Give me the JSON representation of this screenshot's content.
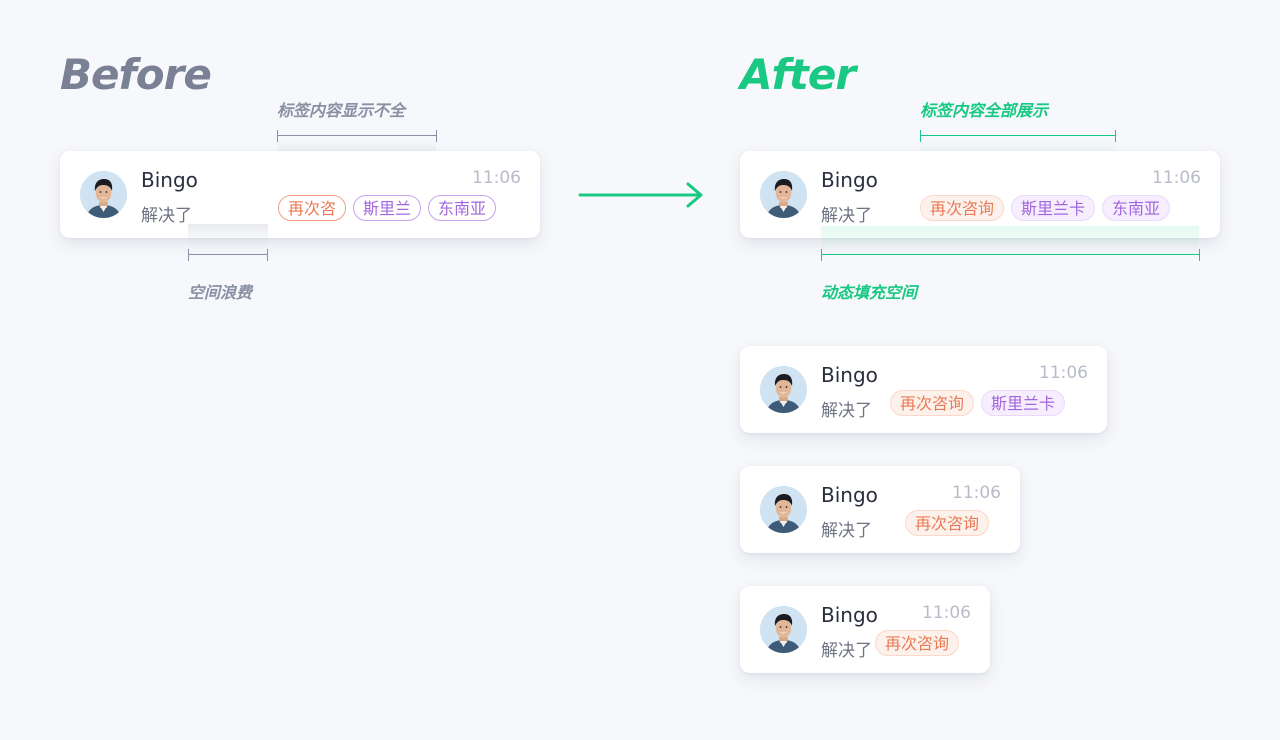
{
  "before": {
    "heading": "Before",
    "annotation_top": "标签内容显示不全",
    "annotation_bottom": "空间浪费",
    "card": {
      "name": "Bingo",
      "message": "解决了",
      "time": "11:06",
      "tags": [
        "再次咨",
        "斯里兰",
        "东南亚"
      ]
    }
  },
  "after": {
    "heading": "After",
    "annotation_top": "标签内容全部展示",
    "annotation_bottom": "动态填充空间",
    "cards": [
      {
        "name": "Bingo",
        "message": "解决了",
        "time": "11:06",
        "tags": [
          "再次咨询",
          "斯里兰卡",
          "东南亚"
        ]
      },
      {
        "name": "Bingo",
        "message": "解决了",
        "time": "11:06",
        "tags": [
          "再次咨询",
          "斯里兰卡"
        ]
      },
      {
        "name": "Bingo",
        "message": "解决了",
        "time": "11:06",
        "tags": [
          "再次咨询"
        ]
      },
      {
        "name": "Bingo",
        "message": "解决了",
        "time": "11:06",
        "tags": [
          "再次咨询"
        ]
      }
    ]
  },
  "colors": {
    "before_accent": "#7a8195",
    "after_accent": "#18c883",
    "tag_orange": "#ea7a55",
    "tag_purple": "#a267dc"
  },
  "icons": {
    "arrow": "arrow-right-icon",
    "avatar": "avatar-photo"
  }
}
